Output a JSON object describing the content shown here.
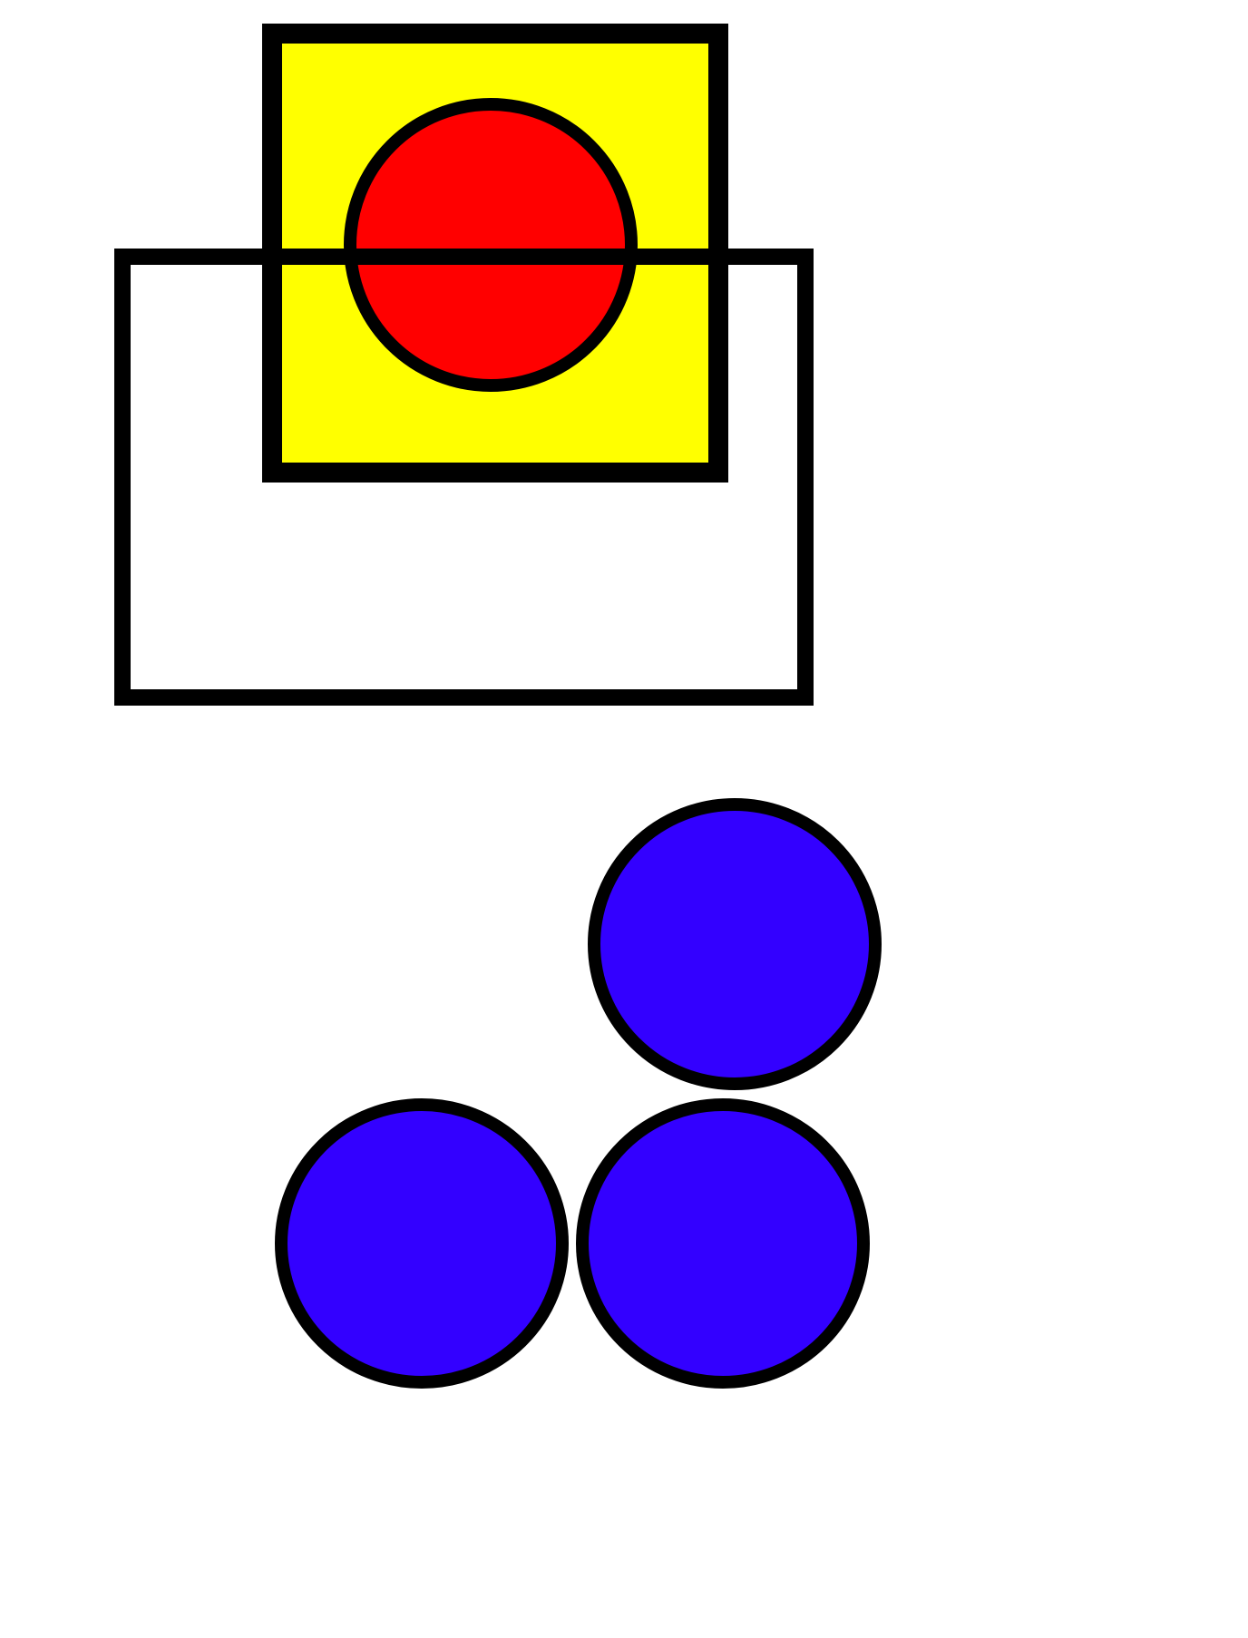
{
  "colors": {
    "background": "#ffffff",
    "stroke": "#000000",
    "square_fill": "#ffff00",
    "red_circle_fill": "#ff0000",
    "blue_circle_fill": "#3300ff",
    "open_rect_fill": "#ffffff"
  },
  "shapes": [
    {
      "id": "yellow-square",
      "kind": "rect",
      "fill_key": "square_fill"
    },
    {
      "id": "red-circle",
      "kind": "circle",
      "fill_key": "red_circle_fill"
    },
    {
      "id": "open-rectangle",
      "kind": "rect",
      "fill_key": "open_rect_fill",
      "layer": "front-outline"
    },
    {
      "id": "blue-circle-top",
      "kind": "circle",
      "fill_key": "blue_circle_fill"
    },
    {
      "id": "blue-circle-bottom-left",
      "kind": "circle",
      "fill_key": "blue_circle_fill"
    },
    {
      "id": "blue-circle-bottom-right",
      "kind": "circle",
      "fill_key": "blue_circle_fill"
    }
  ]
}
